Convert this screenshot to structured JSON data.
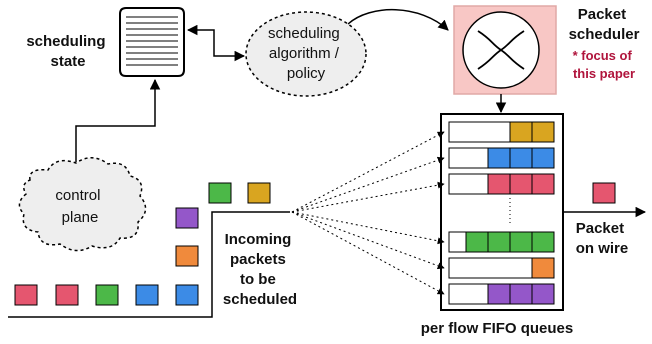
{
  "labels": {
    "scheduling_state": [
      "scheduling",
      "state"
    ],
    "algorithm": [
      "scheduling",
      "algorithm /",
      "policy"
    ],
    "packet_scheduler": [
      "Packet",
      "scheduler"
    ],
    "focus": [
      "* focus of",
      "this paper"
    ],
    "control_plane": [
      "control",
      "plane"
    ],
    "incoming": [
      "Incoming",
      "packets",
      "to be",
      "scheduled"
    ],
    "packet_on_wire": [
      "Packet",
      "on wire"
    ],
    "queues_caption": "per flow FIFO queues"
  },
  "colors": {
    "pink": "#e5566f",
    "green": "#4cb848",
    "blue": "#3c8be6",
    "gold": "#d9a520",
    "purple": "#9457c9",
    "orange": "#f08a3c",
    "scheduler_fill": "#f8c7c5"
  },
  "incoming_packets": [
    "green",
    "gold",
    "purple",
    "orange",
    "pink",
    "pink",
    "green",
    "blue",
    "blue"
  ],
  "queues": [
    [
      "gold",
      "gold"
    ],
    [
      "blue",
      "blue",
      "blue"
    ],
    [
      "pink",
      "pink",
      "pink"
    ],
    [
      "green",
      "green",
      "green",
      "green"
    ],
    [
      "orange"
    ],
    [
      "purple",
      "purple",
      "purple"
    ]
  ],
  "wire_packet": "pink"
}
